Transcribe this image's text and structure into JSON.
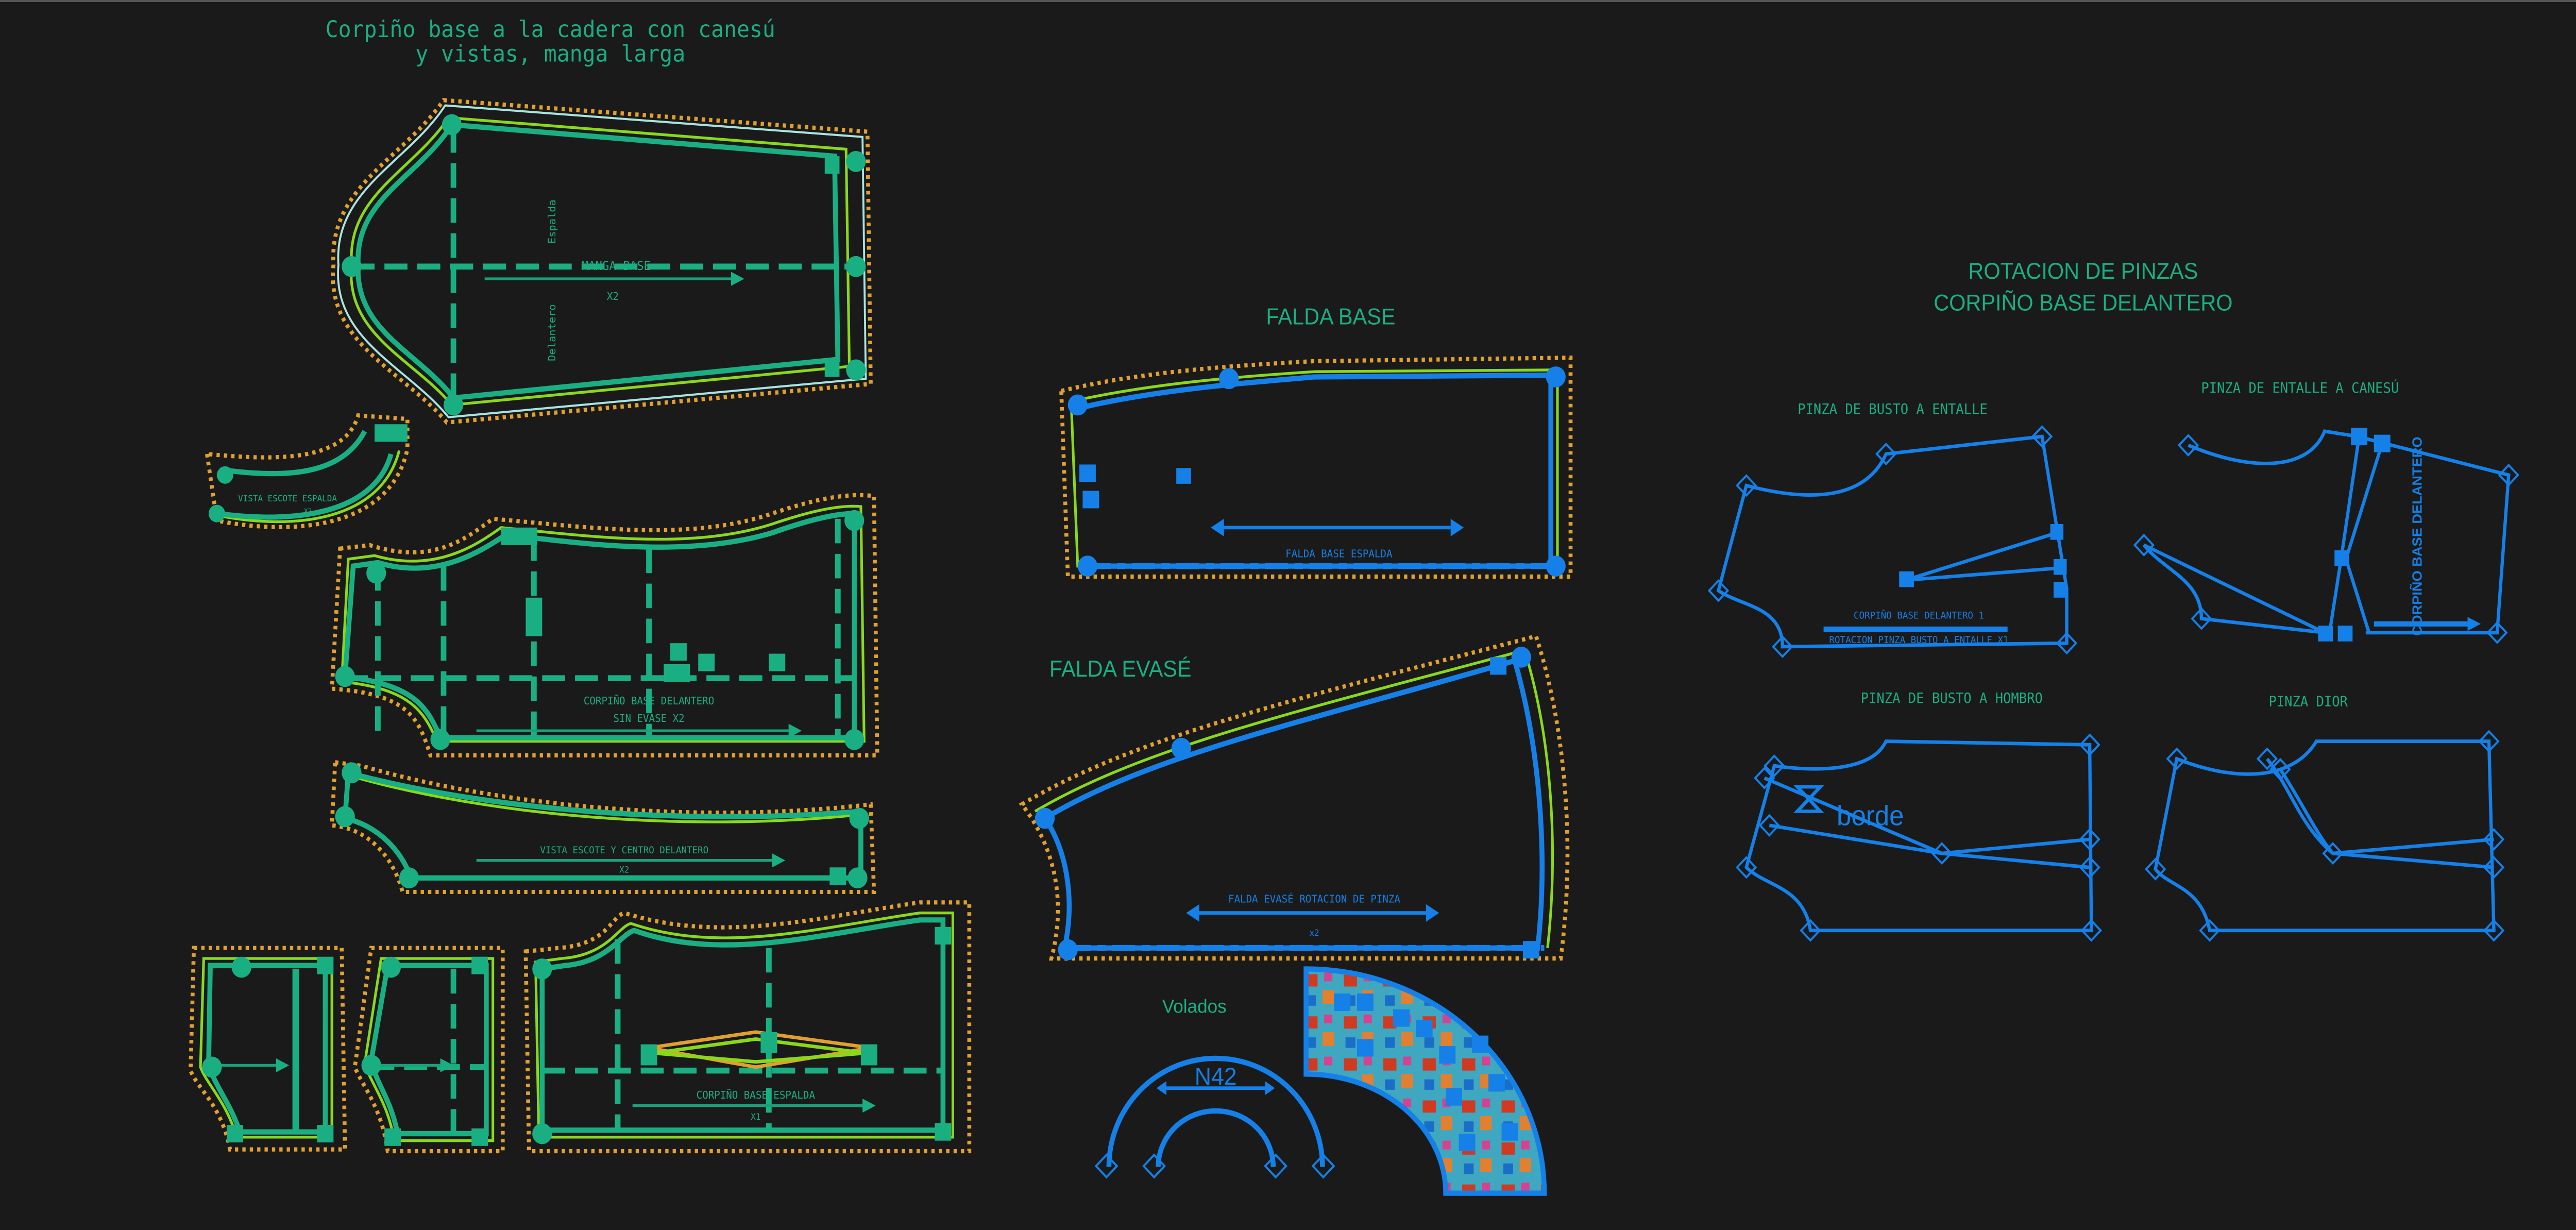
{
  "colors": {
    "background": "#1a1a1a",
    "pattern_green": "#1aaf82",
    "pattern_blue": "#1480e8",
    "seam_lime": "#8ad81c",
    "seam_orange": "#e0a030",
    "seam_cyan": "#a8e4e0"
  },
  "left_group": {
    "title_line1": "Corpiño base a la cadera con canesú",
    "title_line2": "y vistas, manga larga",
    "sleeve": {
      "label": "MANGA BASE",
      "qty": "X2",
      "side_top": "Espalda",
      "side_bottom": "Delantero"
    },
    "collar": {
      "label": "VISTA ESCOTE ESPALDA",
      "qty": "X2"
    },
    "front_bodice": {
      "label": "CORPIÑO BASE DELANTERO",
      "qty": "SIN EVASE X2"
    },
    "facing": {
      "label": "VISTA ESCOTE Y CENTRO DELANTERO",
      "qty": "X2"
    },
    "back_bodice": {
      "label": "CORPIÑO BASE ESPALDA",
      "qty": "X1"
    }
  },
  "middle_group": {
    "skirt_base": {
      "title": "FALDA BASE",
      "label": "FALDA BASE ESPALDA"
    },
    "skirt_flare": {
      "title": "FALDA EVASÉ",
      "label": "FALDA EVASÉ ROTACION DE PINZA",
      "qty": "x2"
    },
    "ruffles": {
      "title": "Volados",
      "size": "N42"
    }
  },
  "right_group": {
    "title_line1": "ROTACION DE PINZAS",
    "title_line2": "CORPIÑO BASE DELANTERO",
    "diagrams": [
      {
        "title": "PINZA DE BUSTO A ENTALLE",
        "label1": "CORPIÑO BASE DELANTERO 1",
        "label2": "ROTACION PINZA BUSTO A ENTALLE X1"
      },
      {
        "title": "PINZA DE ENTALLE A CANESÚ",
        "label1": "CORPIÑO BASE DELANTERO"
      },
      {
        "title": "PINZA DE BUSTO A HOMBRO",
        "label1": "borde"
      },
      {
        "title": "PINZA DIOR"
      }
    ]
  }
}
